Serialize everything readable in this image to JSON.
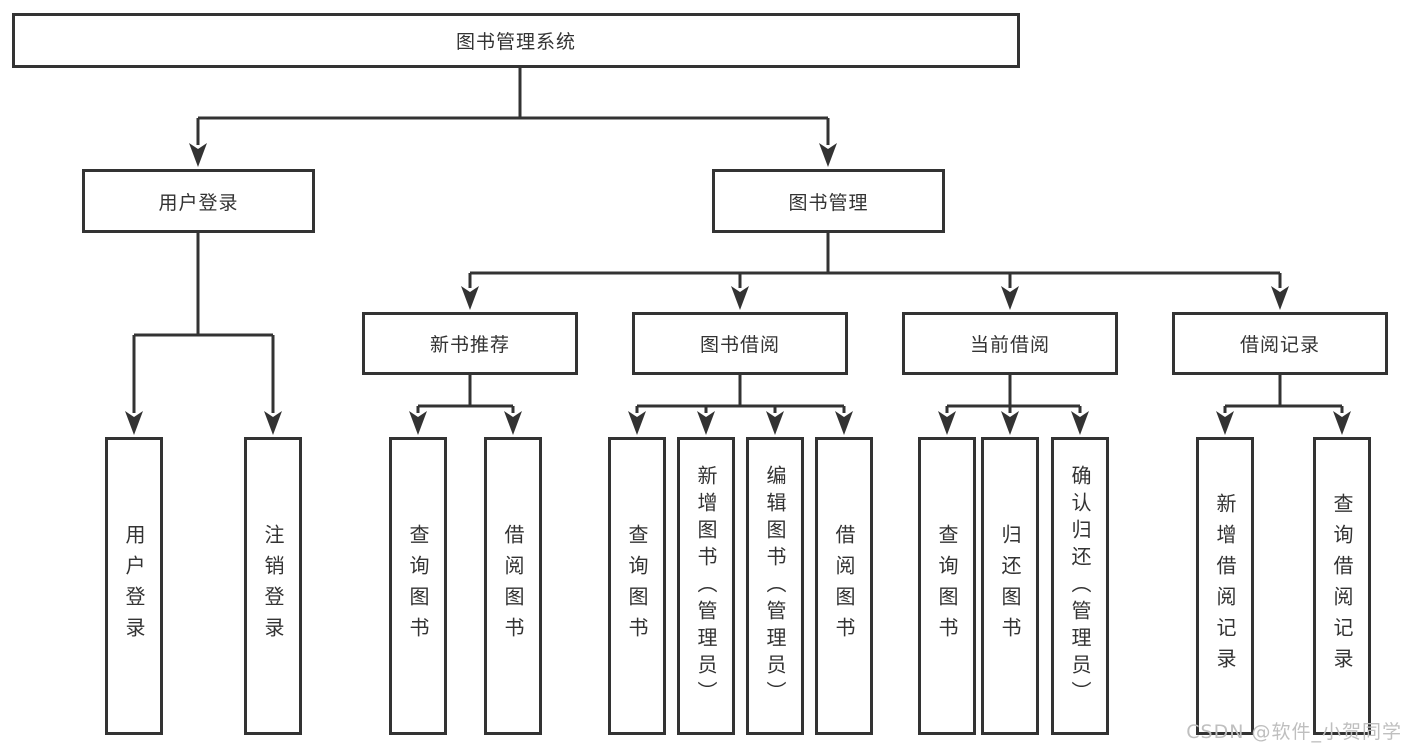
{
  "diagram": {
    "root": {
      "label": "图书管理系统"
    },
    "branches": [
      {
        "label": "用户登录",
        "children": [
          {
            "label": "用户登录"
          },
          {
            "label": "注销登录"
          }
        ]
      },
      {
        "label": "图书管理",
        "children": [
          {
            "label": "新书推荐",
            "children": [
              {
                "label": "查询图书"
              },
              {
                "label": "借阅图书"
              }
            ]
          },
          {
            "label": "图书借阅",
            "children": [
              {
                "label": "查询图书"
              },
              {
                "label": "新增图书（管理员）"
              },
              {
                "label": "编辑图书（管理员）"
              },
              {
                "label": "借阅图书"
              }
            ]
          },
          {
            "label": "当前借阅",
            "children": [
              {
                "label": "查询图书"
              },
              {
                "label": "归还图书"
              },
              {
                "label": "确认归还（管理员）"
              }
            ]
          },
          {
            "label": "借阅记录",
            "children": [
              {
                "label": "新增借阅记录"
              },
              {
                "label": "查询借阅记录"
              }
            ]
          }
        ]
      }
    ]
  },
  "watermark": {
    "text": "CSDN @软件_小贺同学"
  },
  "colors": {
    "line": "#333333",
    "text": "#333333",
    "background": "#ffffff",
    "watermark": "#bfbfbf"
  }
}
